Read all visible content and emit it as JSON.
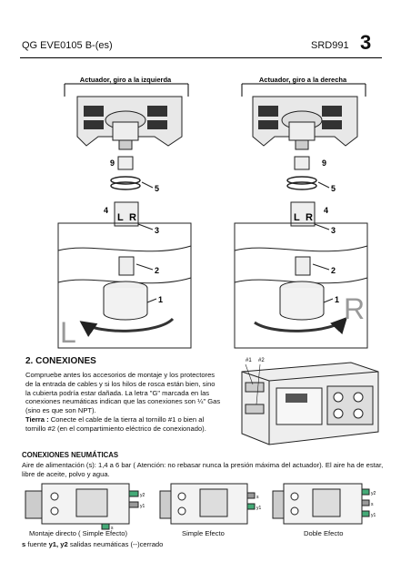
{
  "header": {
    "doc_code": "QG EVE0105 B-(es)",
    "model": "SRD991",
    "page_number": "3"
  },
  "diagram_left": {
    "title": "Actuador, giro a la izquierda",
    "callouts": [
      "9",
      "5",
      "4",
      "3",
      "2",
      "1"
    ],
    "direction_letter": "L",
    "mark_L": "L",
    "mark_R": "R"
  },
  "diagram_right": {
    "title": "Actuador, giro a la derecha",
    "callouts": [
      "9",
      "5",
      "4",
      "3",
      "2",
      "1"
    ],
    "direction_letter": "R",
    "mark_L": "L",
    "mark_R": "R"
  },
  "section": {
    "number_title": "2.  CONEXIONES",
    "body": "Compruebe antes los accesorios de montaje y los protectores de la entrada de cables y si los hilos de rosca están bien, sino la cubierta podría estar dañada. La letra \"G\" marcada en las conexiones neumáticas indican que las conexiones son ¼\" Gas (sino es que son NPT).",
    "tierra_label": "Tierra :",
    "tierra_text": " Conecte el cable de la tierra al tornillo #1 o bien al tornillo #2 (en el compartimiento eléctrico de conexionado)."
  },
  "device_labels": {
    "screw1": "#1",
    "screw2": "#2"
  },
  "neumaticas": {
    "title": "CONEXIONES NEUMÁTICAS",
    "text": "Aire de alimentación (s): 1,4 a 6 bar ( Atención: no rebasar nunca la presión máxima del actuador). El aire ha de estar, libre de aceite, polvo y agua."
  },
  "pneumatic_captions": [
    "Montaje directo ( Simple Efecto)",
    "Simple Efecto",
    "Doble Efecto"
  ],
  "port_labels": {
    "y1": "y1",
    "y2": "y2",
    "s": "s"
  },
  "legend": {
    "s": "s",
    "s_text": " fuente    ",
    "y": "y1, y2",
    "y_text": " salidas neumáticas    (--)cerrado"
  }
}
